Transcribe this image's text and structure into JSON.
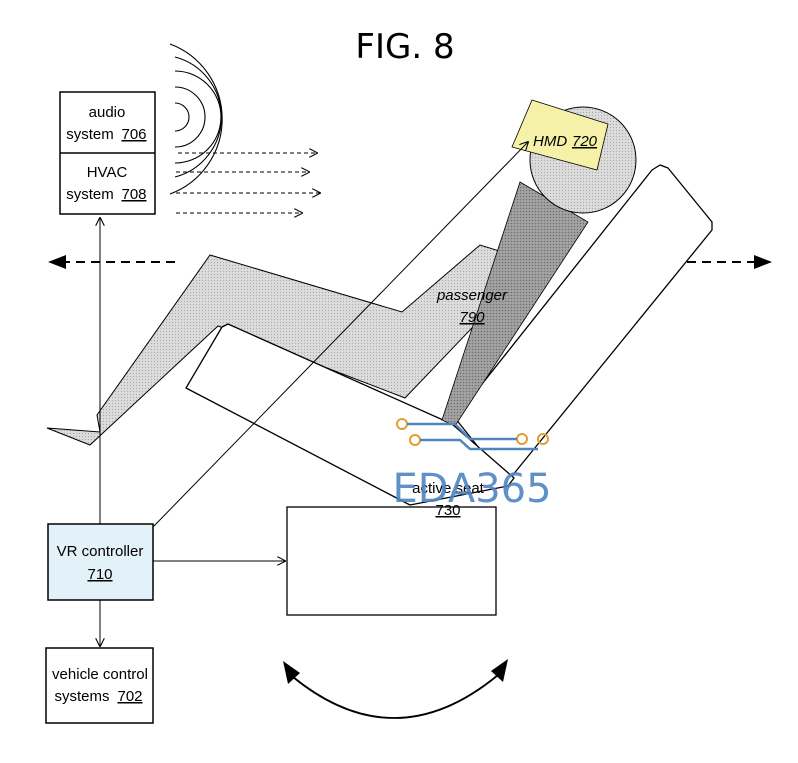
{
  "figure": {
    "title": "FIG. 8"
  },
  "boxes": {
    "audio": {
      "line1": "audio",
      "line2": "system",
      "ref": "706"
    },
    "hvac": {
      "line1": "HVAC",
      "line2": "system",
      "ref": "708"
    },
    "vr_controller": {
      "line1": "VR controller",
      "ref": "710"
    },
    "vehicle_control": {
      "line1": "vehicle control",
      "line2": "systems",
      "ref": "702"
    }
  },
  "hmd": {
    "label": "HMD",
    "ref": "720"
  },
  "passenger": {
    "label": "passenger",
    "ref": "790"
  },
  "active_seat": {
    "label": "active seat",
    "ref": "730"
  },
  "watermark": {
    "text": "EDA365"
  },
  "colors": {
    "line": "#000000",
    "vr_controller_fill": "#e3f1f8",
    "hmd_fill": "#f6f1a8",
    "passenger_fill": "#b5b5b5",
    "watermark_blue": "#4f86c0",
    "watermark_gold": "#e0a030"
  }
}
